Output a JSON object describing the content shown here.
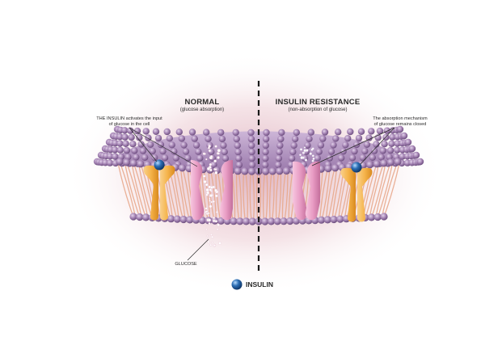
{
  "normal": {
    "title": "NORMAL",
    "subtitle": "(glucose absorption)",
    "note_line1": "THE INSULIN activates the input",
    "note_line2": "of glucose in the cell"
  },
  "resistance": {
    "title": "INSULIN RESISTANCE",
    "subtitle": "(non-absorption of glucose)",
    "note_line1": "The absorption mechanism",
    "note_line2": "of glucose remains closed"
  },
  "glucose_label": "GLUCOSE",
  "legend": {
    "label": "INSULIN",
    "icon": "insulin-molecule-icon"
  },
  "colors": {
    "lipid_head": "#a584b4",
    "lipid_tail": "#e8a88c",
    "insulin_receptor": "#f5b34a",
    "glucose_channel": "#e89cc4",
    "insulin": "#2d6fb5",
    "glow": "#e6c0c8"
  }
}
